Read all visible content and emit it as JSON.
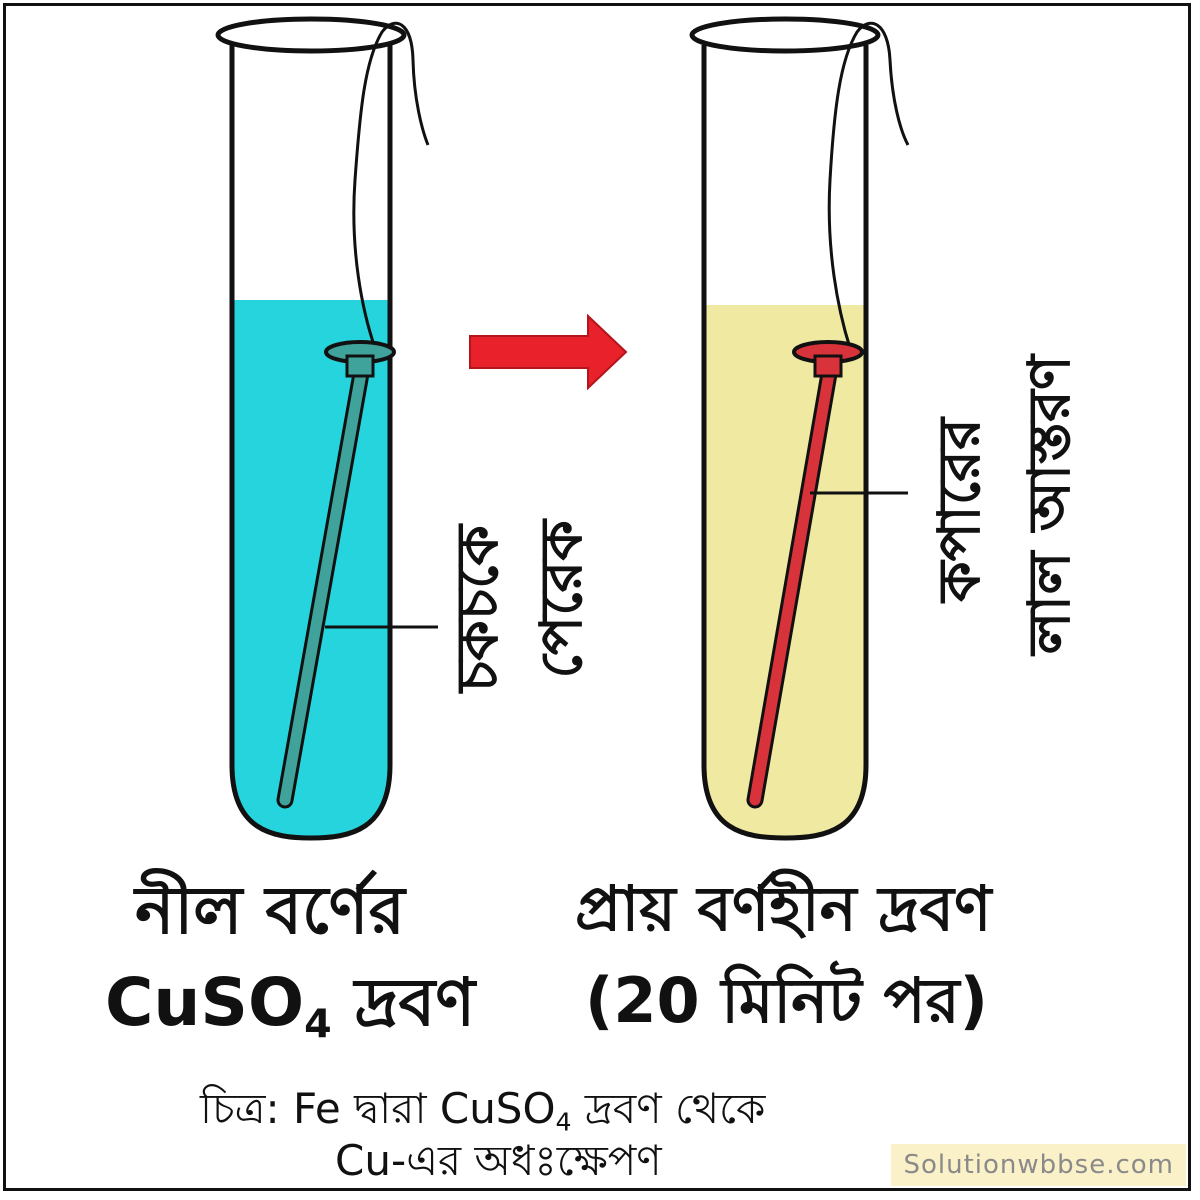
{
  "colors": {
    "blue_solution": "#25d4dc",
    "yellow_solution": "#efe9a2",
    "red_nail": "#d8323a",
    "arrow": "#e8212a",
    "outline": "#111111",
    "watermark_bg": "#fbf1c8",
    "watermark_text": "#8a8a8a"
  },
  "left_tube": {
    "callout": [
      "চকচকে",
      "পেরেক"
    ],
    "caption_line1": "নীল বর্ণের",
    "caption_line2_main": "CuSO",
    "caption_line2_sub": "4",
    "caption_line2_end": " দ্রবণ"
  },
  "right_tube": {
    "callout": [
      "কপারের",
      "লাল আস্তরণ"
    ],
    "caption_line1": "প্রায় বর্ণহীন দ্রবণ",
    "caption_line2": "(20 মিনিট পর)"
  },
  "figure_caption": {
    "line1_pre": "চিত্র: Fe দ্বারা CuSO",
    "line1_sub": "4",
    "line1_post": " দ্রবণ থেকে",
    "line2": "Cu-এর অধঃক্ষেপণ"
  },
  "watermark": "Solutionwbbse.com"
}
